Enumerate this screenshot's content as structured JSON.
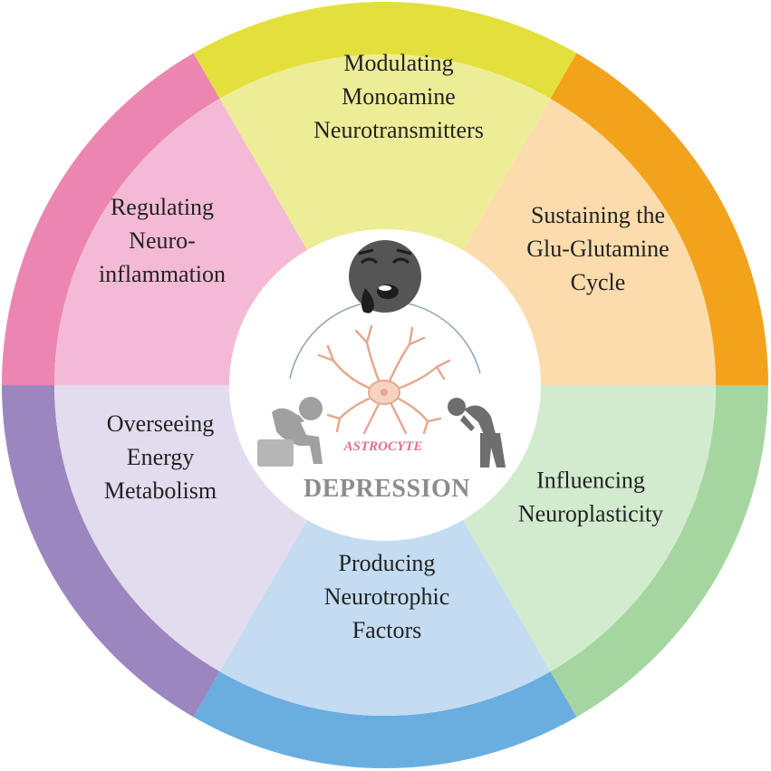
{
  "diagram": {
    "segments": [
      {
        "id": "monoamine",
        "lines": [
          "Modulating",
          "Monoamine",
          "Neurotransmitters"
        ],
        "outer_color": "#e3e03d",
        "inner_color": "#eeed97"
      },
      {
        "id": "glutamine",
        "lines": [
          "Sustaining the",
          "Glu-Glutamine",
          "Cycle"
        ],
        "outer_color": "#f3a21b",
        "inner_color": "#fcdcac"
      },
      {
        "id": "neuroplasticity",
        "lines": [
          "Influencing",
          "Neuroplasticity"
        ],
        "outer_color": "#a6d6a0",
        "inner_color": "#d2ebcf"
      },
      {
        "id": "neurotrophic",
        "lines": [
          "Producing",
          "Neurotrophic",
          "Factors"
        ],
        "outer_color": "#6aaee0",
        "inner_color": "#c3dcf2"
      },
      {
        "id": "energy",
        "lines": [
          "Overseeing",
          "Energy",
          "Metabolism"
        ],
        "outer_color": "#9b86bf",
        "inner_color": "#e2dcee"
      },
      {
        "id": "neuroinflammation",
        "lines": [
          "Regulating",
          "Neuro-",
          "inflammation"
        ],
        "outer_color": "#ec86b0",
        "inner_color": "#f4bad5"
      }
    ],
    "center": {
      "title": "DEPRESSION",
      "cell_label": "ASTROCYTE",
      "face_icon": "crying-face-icon",
      "left_icon": "sitting-sad-person-icon",
      "right_icon": "bent-over-person-icon",
      "cell_icon": "astrocyte-cell-icon"
    }
  }
}
